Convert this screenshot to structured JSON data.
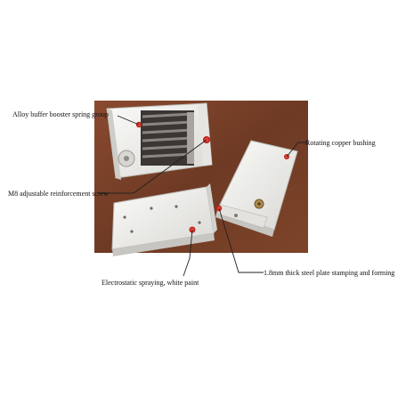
{
  "labels": {
    "spring_group": "Alloy buffer booster spring group",
    "adjustable_screw": "M8 adjustable reinforcement screw",
    "copper_bushing": "Rotating copper bushing",
    "white_paint": "Electrostatic spraying, white paint",
    "steel_plate": "1.8mm thick steel plate stamping and forming"
  },
  "colors": {
    "background_photo": "#7a3f27",
    "plate_white": "#f2f1ee",
    "callout_red": "#d9281f",
    "leader_line": "#222222"
  }
}
